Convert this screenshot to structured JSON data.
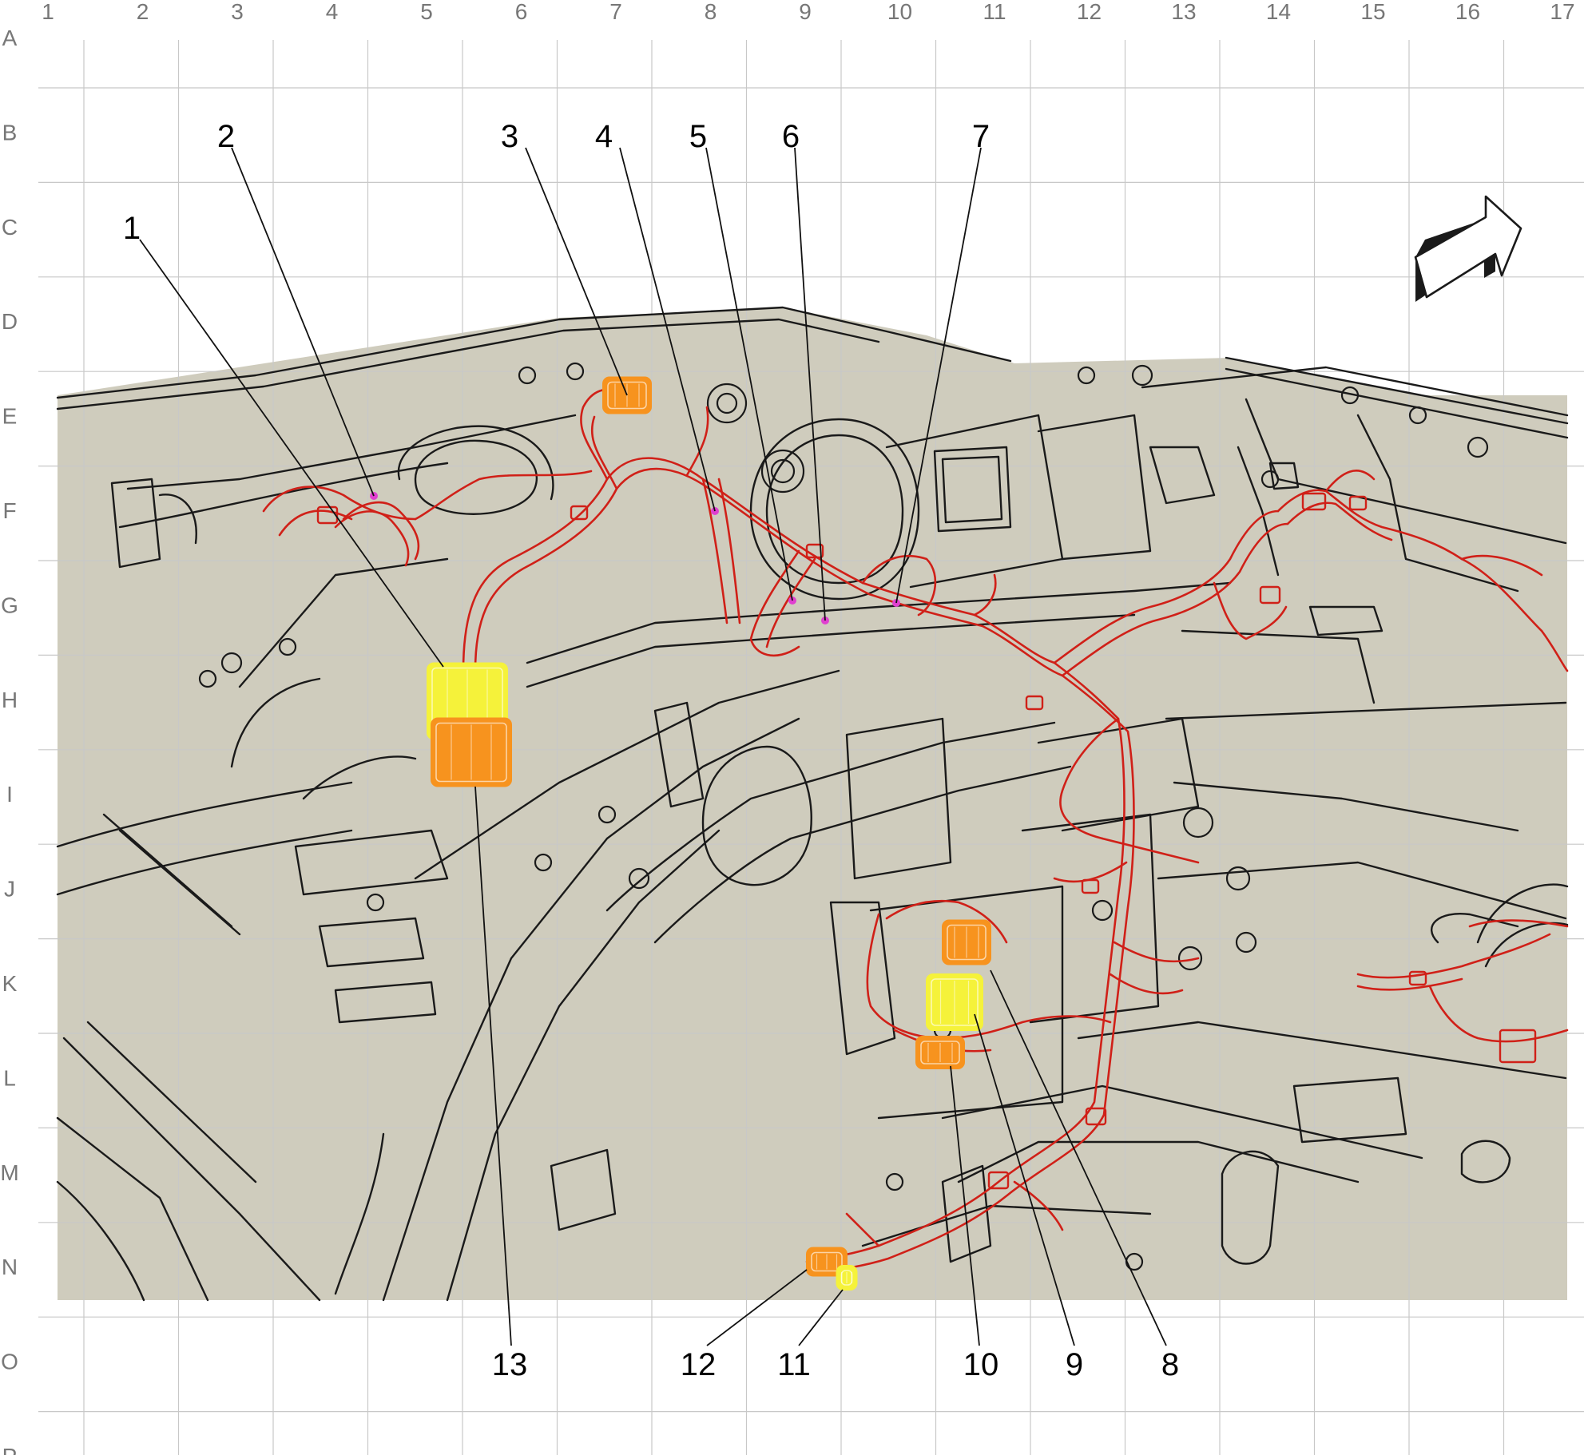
{
  "grid": {
    "columns": [
      "1",
      "2",
      "3",
      "4",
      "5",
      "6",
      "7",
      "8",
      "9",
      "10",
      "11",
      "12",
      "13",
      "14",
      "15",
      "16",
      "17"
    ],
    "rows": [
      "A",
      "B",
      "C",
      "D",
      "E",
      "F",
      "G",
      "H",
      "I",
      "J",
      "K",
      "L",
      "M",
      "N",
      "O",
      "P"
    ]
  },
  "callouts": [
    {
      "id": "1",
      "label": "1"
    },
    {
      "id": "2",
      "label": "2"
    },
    {
      "id": "3",
      "label": "3"
    },
    {
      "id": "4",
      "label": "4"
    },
    {
      "id": "5",
      "label": "5"
    },
    {
      "id": "6",
      "label": "6"
    },
    {
      "id": "7",
      "label": "7"
    },
    {
      "id": "8",
      "label": "8"
    },
    {
      "id": "9",
      "label": "9"
    },
    {
      "id": "10",
      "label": "10"
    },
    {
      "id": "11",
      "label": "11"
    },
    {
      "id": "12",
      "label": "12"
    },
    {
      "id": "13",
      "label": "13"
    }
  ],
  "colors": {
    "background": "#ffffff",
    "panel": "#cfccbd",
    "grid_line": "#c8c8c8",
    "grid_label": "#777777",
    "outline": "#1a1a1a",
    "harness": "#d02018",
    "connector_orange": "#f7931e",
    "connector_yellow": "#f5f23a",
    "marker_pink": "#e040d0"
  },
  "icons": {
    "direction_arrow": "forward-arrow-icon"
  }
}
